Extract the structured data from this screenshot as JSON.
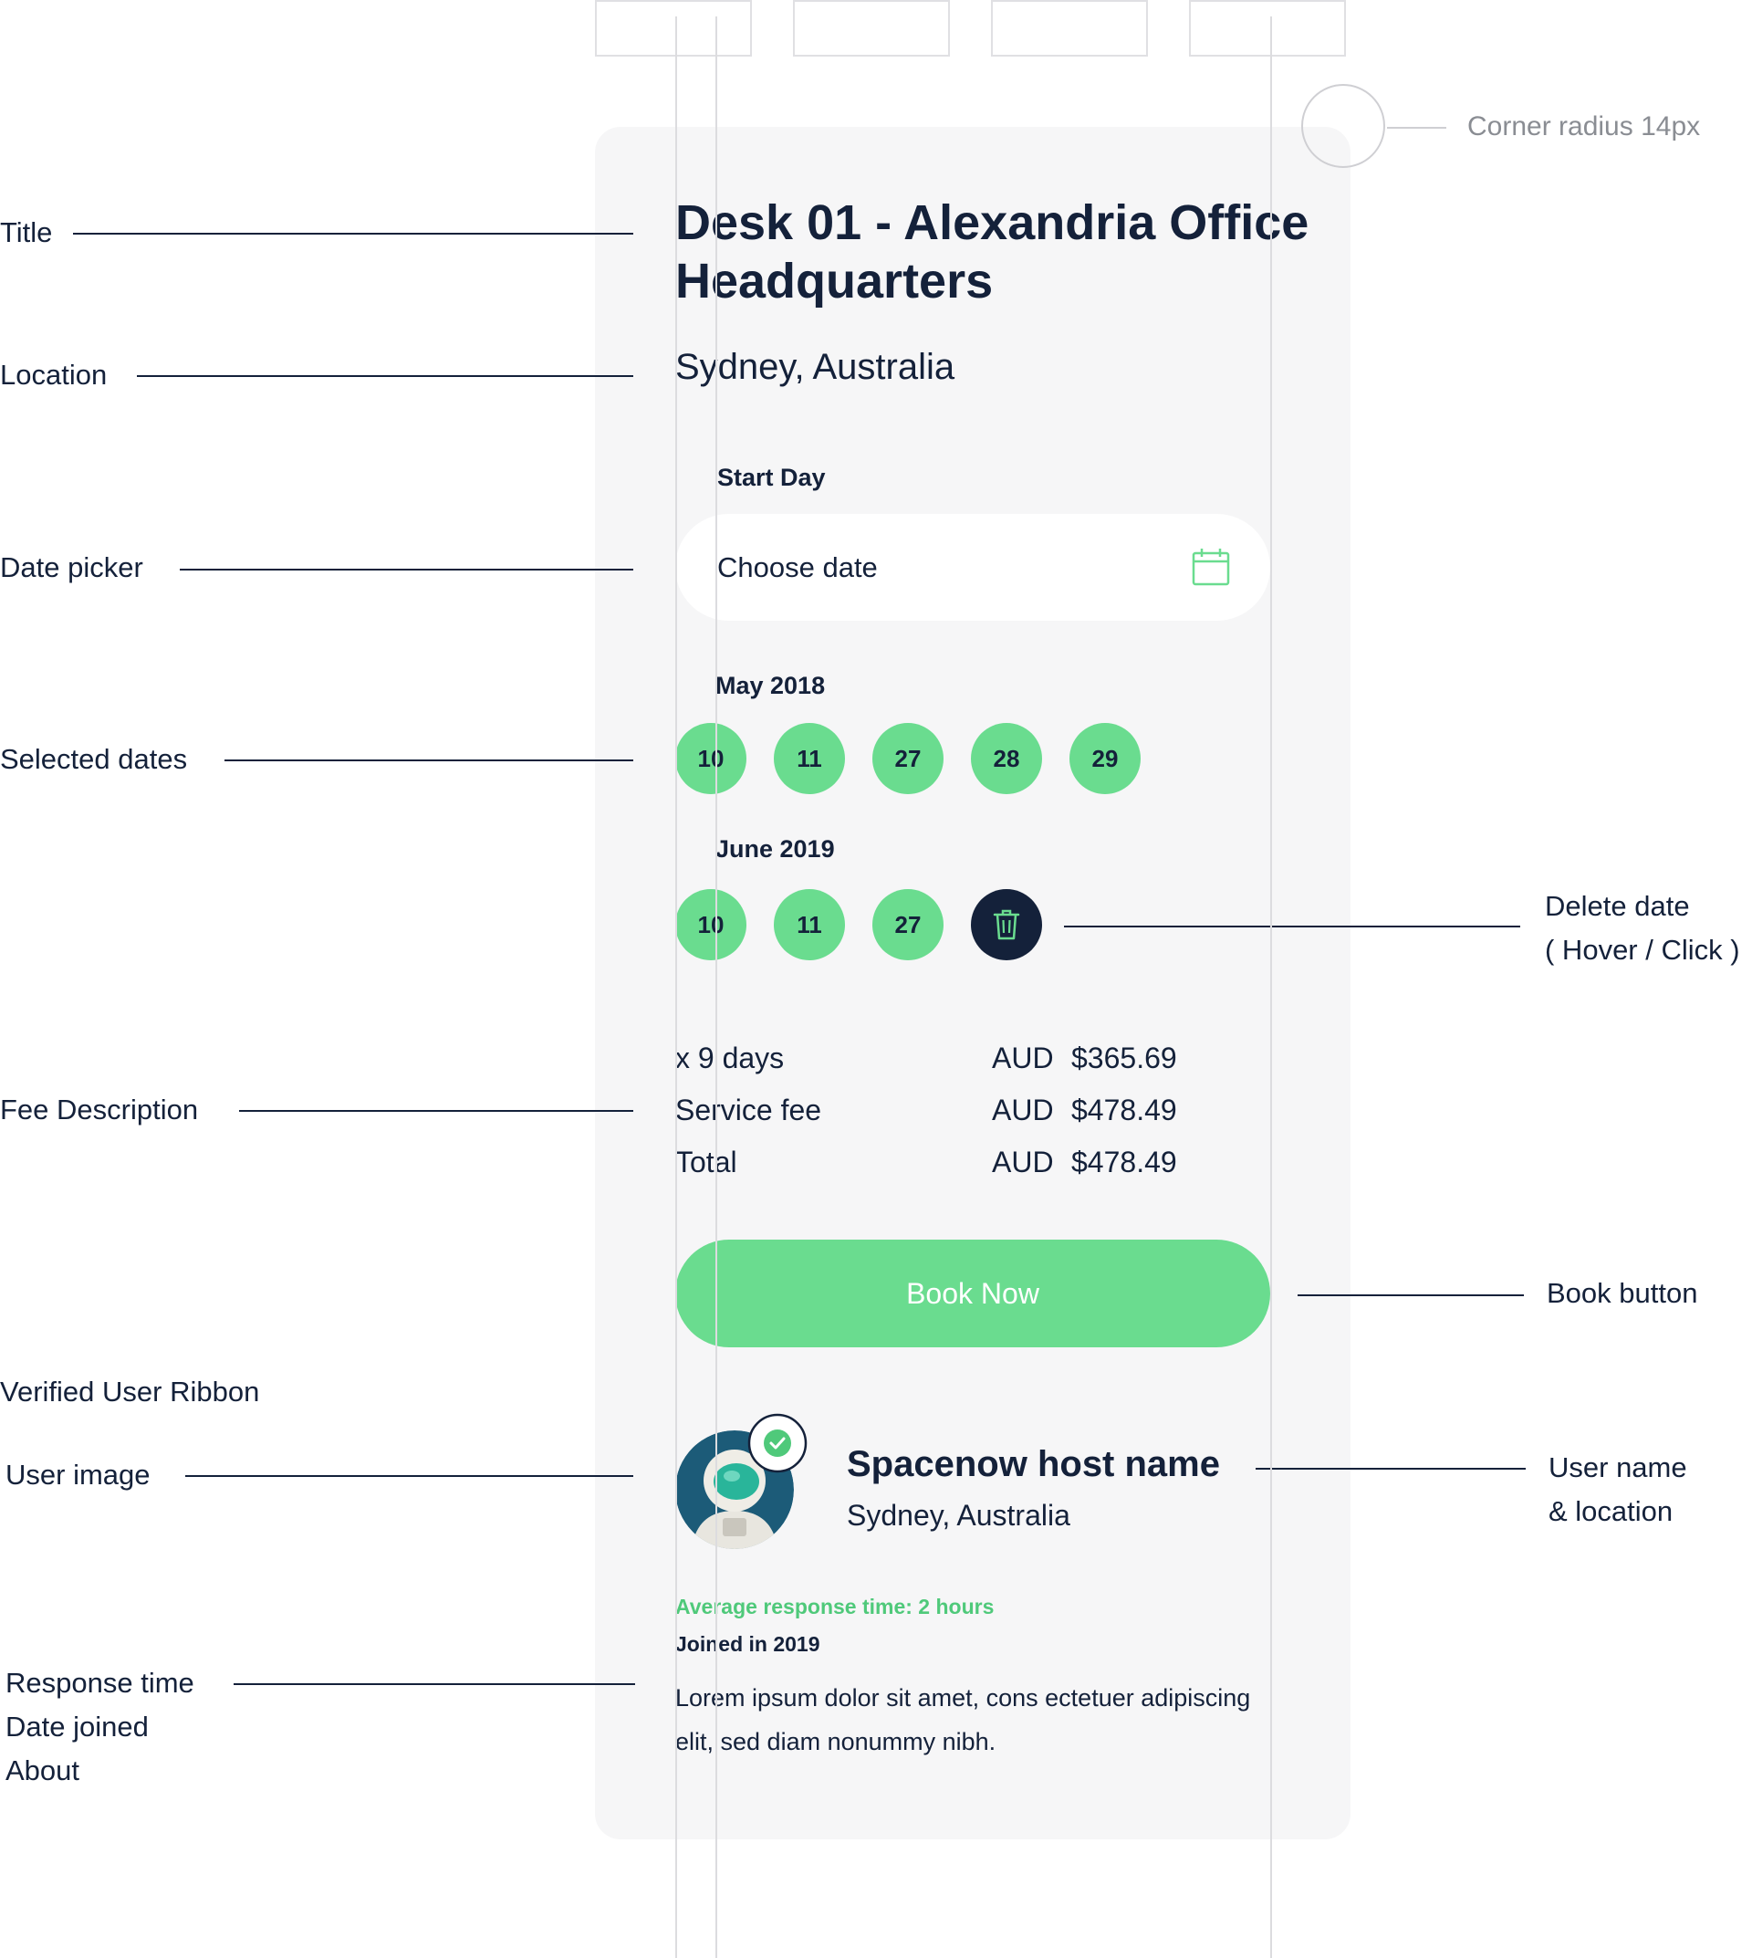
{
  "card": {
    "title": "Desk 01 - Alexandria Office Headquarters",
    "location": "Sydney, Australia",
    "start_day_label": "Start Day",
    "date_placeholder": "Choose date",
    "months": [
      {
        "label": "May 2018",
        "dates": [
          "10",
          "11",
          "27",
          "28",
          "29"
        ]
      },
      {
        "label": "June 2019",
        "dates": [
          "10",
          "11",
          "27"
        ]
      }
    ],
    "fees": [
      {
        "label": "x 9 days",
        "currency": "AUD",
        "amount": "$365.69"
      },
      {
        "label": "Service fee",
        "currency": "AUD",
        "amount": "$478.49"
      },
      {
        "label": "Total",
        "currency": "AUD",
        "amount": "$478.49"
      }
    ],
    "book_label": "Book Now",
    "host": {
      "name": "Spacenow host name",
      "location": "Sydney, Australia",
      "response_time": "Average response time: 2 hours",
      "joined": "Joined in 2019",
      "about": "Lorem ipsum dolor sit amet, cons ectetuer adipiscing elit, sed diam nonummy nibh."
    }
  },
  "annotations": {
    "corner": "Corner radius 14px",
    "title": "Title",
    "location": "Location",
    "date_picker": "Date picker",
    "selected_dates": "Selected dates",
    "delete_date_1": "Delete date",
    "delete_date_2": "( Hover / Click )",
    "fee_description": "Fee Description",
    "book_button": "Book button",
    "verified_ribbon": "Verified User Ribbon",
    "user_image": "User image",
    "user_name_1": "User name",
    "user_name_2": "& location",
    "response_time": "Response time",
    "date_joined": "Date joined",
    "about": "About"
  },
  "colors": {
    "accent_green": "#6adc8f",
    "navy": "#14213a",
    "card_bg": "#f6f6f7"
  },
  "icons": {
    "date_picker": "calendar-icon",
    "delete": "trash-icon",
    "verified": "verified-check-icon",
    "user": "astronaut-avatar"
  }
}
